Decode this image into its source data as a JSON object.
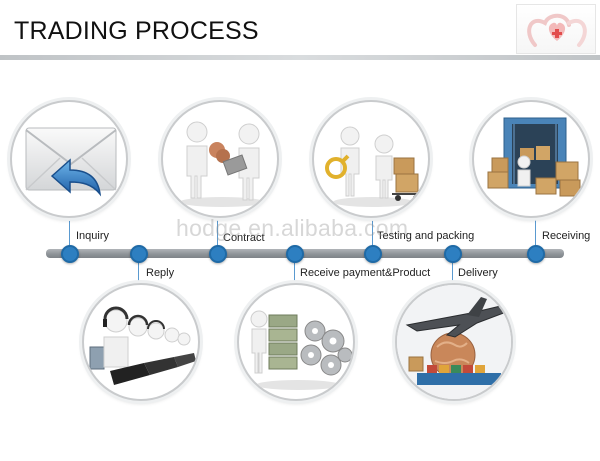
{
  "header": {
    "title": "TRADING PROCESS"
  },
  "watermark": "hodge.en.alibaba.com",
  "steps": [
    {
      "label": "Inquiry",
      "icon": "envelope-reply-icon"
    },
    {
      "label": "Reply",
      "icon": "call-center-icon"
    },
    {
      "label": "Contract",
      "icon": "handshake-contract-icon"
    },
    {
      "label": "Receive payment&Product",
      "icon": "money-gears-icon"
    },
    {
      "label": "Testing and packing",
      "icon": "magnifier-boxes-icon"
    },
    {
      "label": "Delivery",
      "icon": "airplane-globe-icon"
    },
    {
      "label": "Receiving",
      "icon": "warehouse-boxes-icon"
    }
  ],
  "colors": {
    "accent": "#2d7fc1",
    "timeline": "#8f9499",
    "circle_border": "#c9cbcd"
  }
}
